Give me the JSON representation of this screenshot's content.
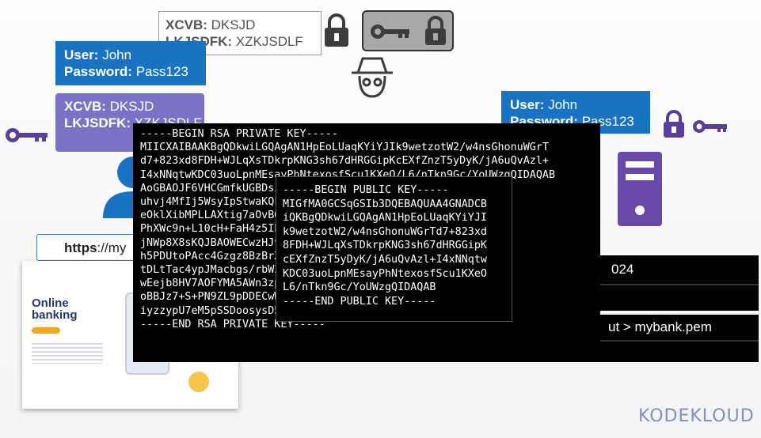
{
  "top_cipher": {
    "line1_key": "XCVB:",
    "line1_val": "DKSJD",
    "line2_key": "LKJSDFK:",
    "line2_val": "XZKJSDLF"
  },
  "left_creds": {
    "user_key": "User:",
    "user_val": "John",
    "pass_key": "Password:",
    "pass_val": "Pass123"
  },
  "left_cipher": {
    "line1_key": "XCVB:",
    "line1_val": "DKSJD",
    "line2_key": "LKJSDFK:",
    "line2_val": "XZKJSDLF"
  },
  "right_creds": {
    "user_key": "User:",
    "user_val": "John",
    "pass_key": "Password:",
    "pass_val": "Pass123"
  },
  "url_bar": {
    "prefix": "https",
    "rest": "://my"
  },
  "bank_image": {
    "title_line1": "Online",
    "title_line2": "banking"
  },
  "right_bar_1": {
    "text": "024"
  },
  "right_bar_2": {
    "text": "ut > mybank.pem"
  },
  "private_key": {
    "lines": [
      "-----BEGIN RSA PRIVATE KEY-----",
      "MIICXAIBAAKBgQDkwiLGQAgAN1HpEoLUaqKYiYJIk9wetzotW2/w4nsGhonuWGrT",
      "d7+823xd8FDH+WJLqXsTDkrpKNG3sh67dHRGGipKcEXfZnzT5yDyK/jA6uQvAzl+",
      "I4xNNqtwKDC03uoLpnMEsayPhNtexosfScu1KXeO/L6/nTkn9Gc/YoUWzgQIDAQAB",
      "AoGBAOJF6VHCGmfkUGBDsiOkxRS5kzIVtsYpYY69X2BQmKSN98PqsXS7A7",
      "uhvj4MfIj5WsyIpStwaKQkF4IUqXaAVfcxDi2dIiuU3ZsSjL7fOjkkLK+u",
      "eOklXibMPLLAXtig7aOvBQsLNhhpMFuWvqoSJqf9bwZfWkIe3prO/ho/8",
      "PhXWc9n+L10cH+FaH4z5IbgjWTKm1yhNZJhz2DSVxiQaIqzh4flxS4621/",
      "jNWp8X8sKQJBAOWECwzHJvIcvYfFydZ7hXuF5hwCZtk2pVlDT8rWr8M4vq",
      "h5PDUtoPAcc4Gzgz8BzBrXxEpKDQTVZaMm1wWG1ikHpZWhz/oKSwP",
      "tDLtTac4ypJMacbgs/rbW3GDQ1sOq4YkFlfJcMNxDhBHxJUCrkCQHgH",
      "wEejb8HV7AOFYMA5AWn3zpMABEFkAX8QP5I3dT1Kzw1W3YX1OysfmI",
      "oBBJz7+S+PN9ZL9pDDECwWqjY0VqZAYjRRtYJJfAmzpUseqDr8dx",
      "iyzzypU7eM5pSSDoosysD5iqIcXbdh+j0LKEtGs4vdQ=",
      "-----END RSA PRIVATE KEY-----"
    ]
  },
  "public_key": {
    "lines": [
      "-----BEGIN PUBLIC KEY-----",
      "MIGfMA0GCSqGSIb3DQEBAQUAA4GNADCB",
      "iQKBgQDkwiLGQAgAN1HpEoLUaqKYiYJI",
      "k9wetzotW2/w4nsGhonuWGrTd7+823xd",
      "8FDH+WJLqXsTDkrpKNG3sh67dHRGGipK",
      "cEXfZnzT5yDyK/jA6uQvAzl+I4xNNqtw",
      "KDC03uoLpnMEsayPhNtexosfScu1KXeO",
      "L6/nTkn9Gc/YoUWzgQIDAQAB",
      "-----END PUBLIC KEY-----"
    ]
  },
  "logo": {
    "text": "KODEKLOUD"
  },
  "colors": {
    "blue": "#1a73c2",
    "lavender": "#7b72c8",
    "purple": "#5b3d9c",
    "lock": "#4a3570"
  }
}
